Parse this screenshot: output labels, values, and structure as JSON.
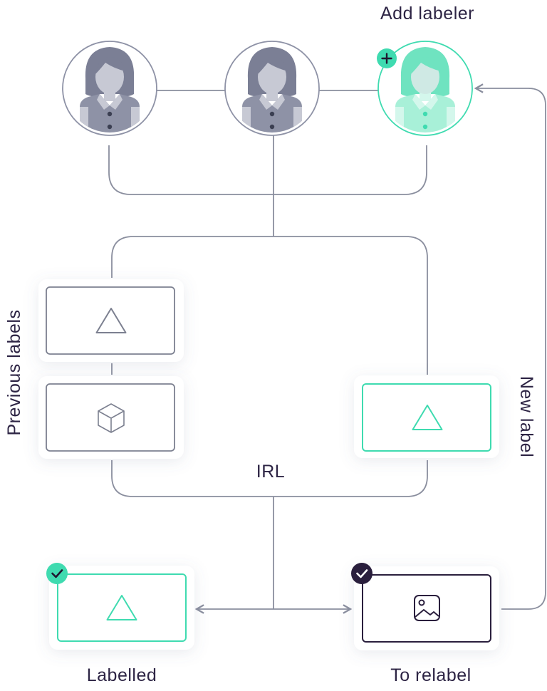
{
  "labels": {
    "add_labeler": "Add labeler",
    "previous_labels": "Previous labels",
    "new_label": "New label",
    "irl": "IRL",
    "labelled": "Labelled",
    "to_relabel": "To relabel"
  },
  "icons": {
    "labeler_1": "person-avatar-icon",
    "labeler_2": "person-avatar-icon",
    "labeler_3": "person-avatar-icon",
    "add_badge": "plus-icon",
    "previous_label_1": "triangle-icon",
    "previous_label_2": "cube-icon",
    "new_label": "triangle-icon",
    "labelled": "triangle-icon",
    "labelled_badge": "check-icon",
    "to_relabel": "image-icon",
    "to_relabel_badge": "check-icon"
  },
  "colors": {
    "line": "#8a8e9e",
    "gray_stroke": "#7c8090",
    "teal": "#3fdbb0",
    "dark": "#2a1f3d",
    "avatar_gray": "#8e92a6",
    "avatar_teal": "#a8f0d8"
  }
}
